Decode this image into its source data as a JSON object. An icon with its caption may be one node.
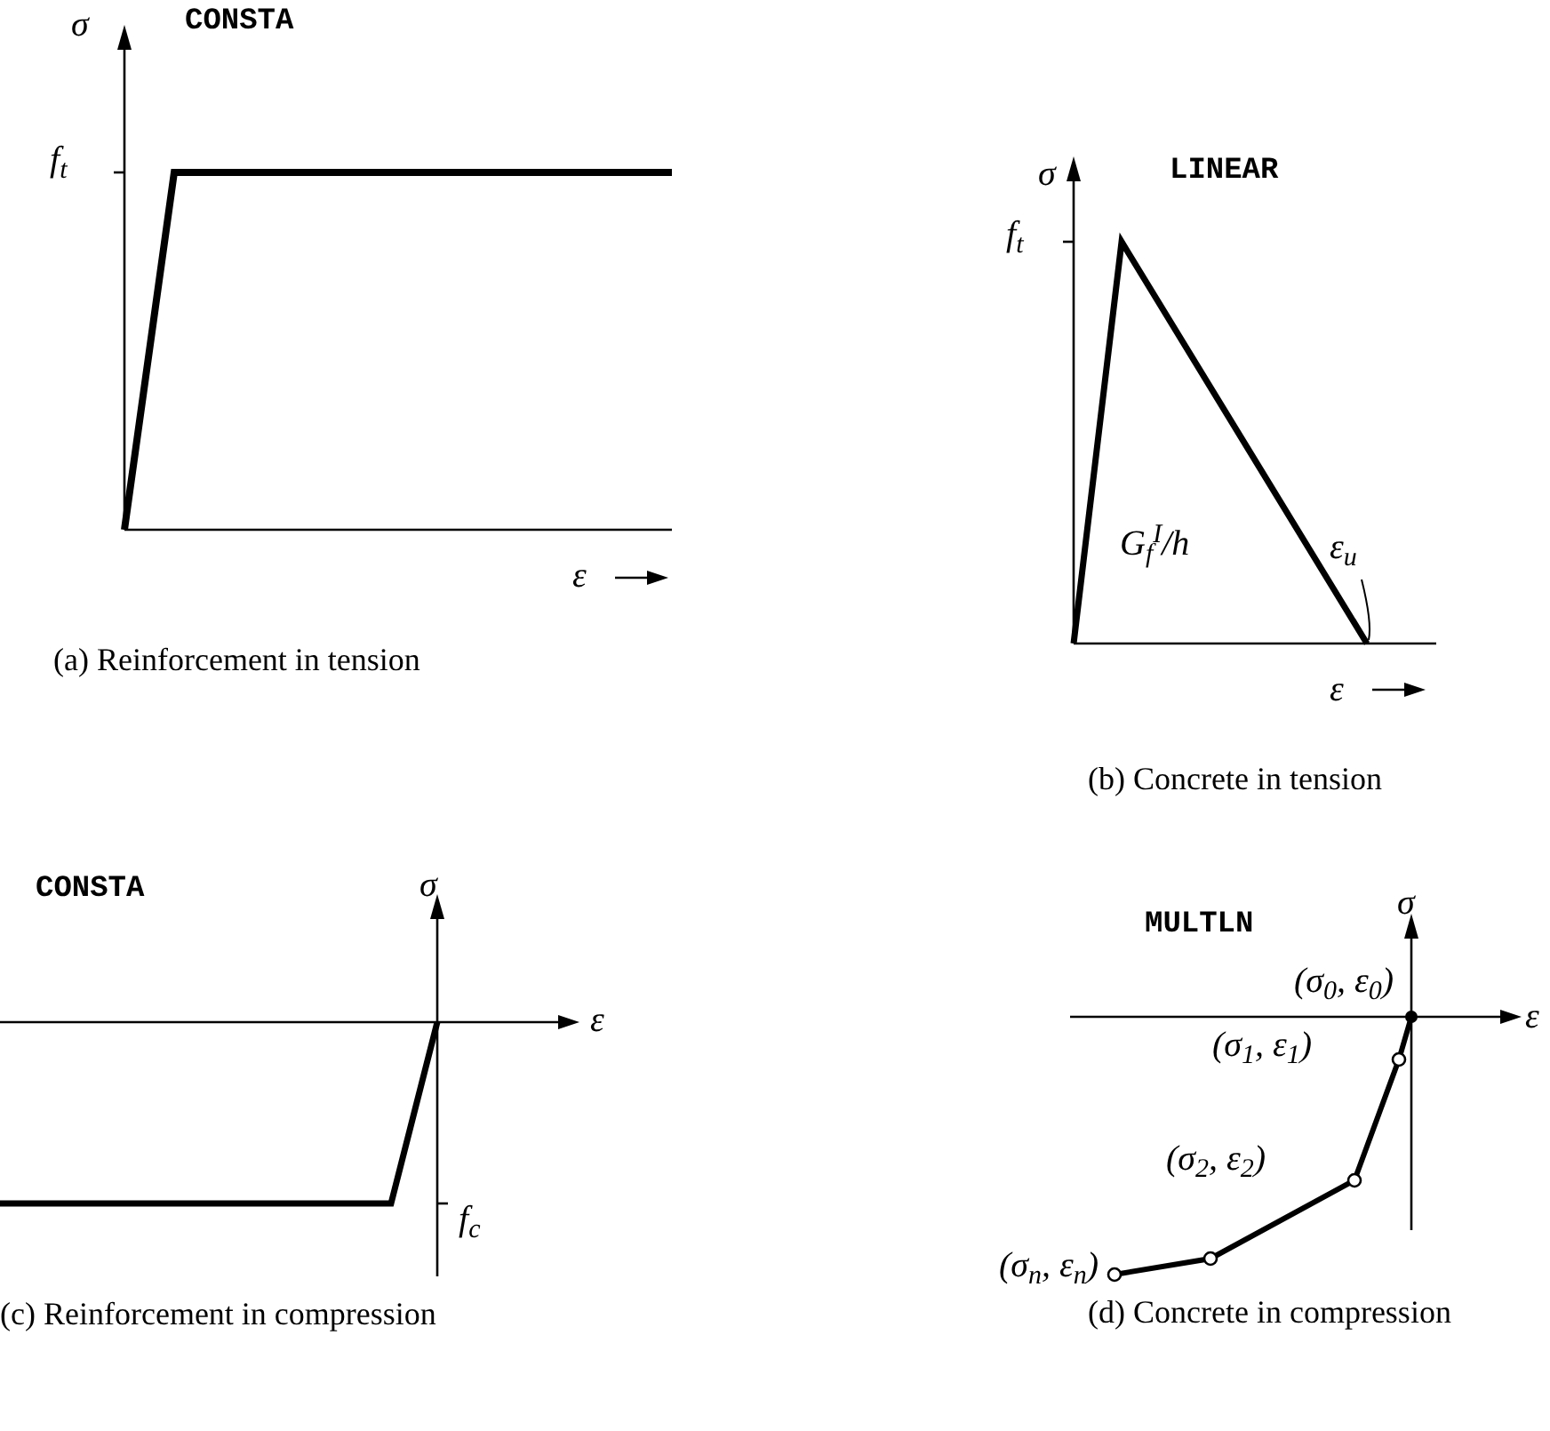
{
  "diagram": {
    "labels": [
      "σ",
      "CONSTA",
      "f$_{t}$",
      "ε",
      "(a) Reinforcement in tension",
      "σ",
      "LINEAR",
      "f$_{t}$",
      "G$_{f}$$^{I}$/h",
      "ε$_{u}$",
      "ε",
      "(b) Concrete in tension",
      "CONSTA",
      "σ",
      "ε",
      "f$_{c}$",
      "(c) Reinforcement in compression",
      "MULTLN",
      "σ",
      "(σ$_{0}$, ε$_{0}$)",
      "ε",
      "(σ$_{1}$, ε$_{1}$)",
      "(σ$_{2}$, ε$_{2}$)",
      "(σ$_{n}$, ε$_{n}$)",
      "(d) Concrete in compression"
    ]
  }
}
